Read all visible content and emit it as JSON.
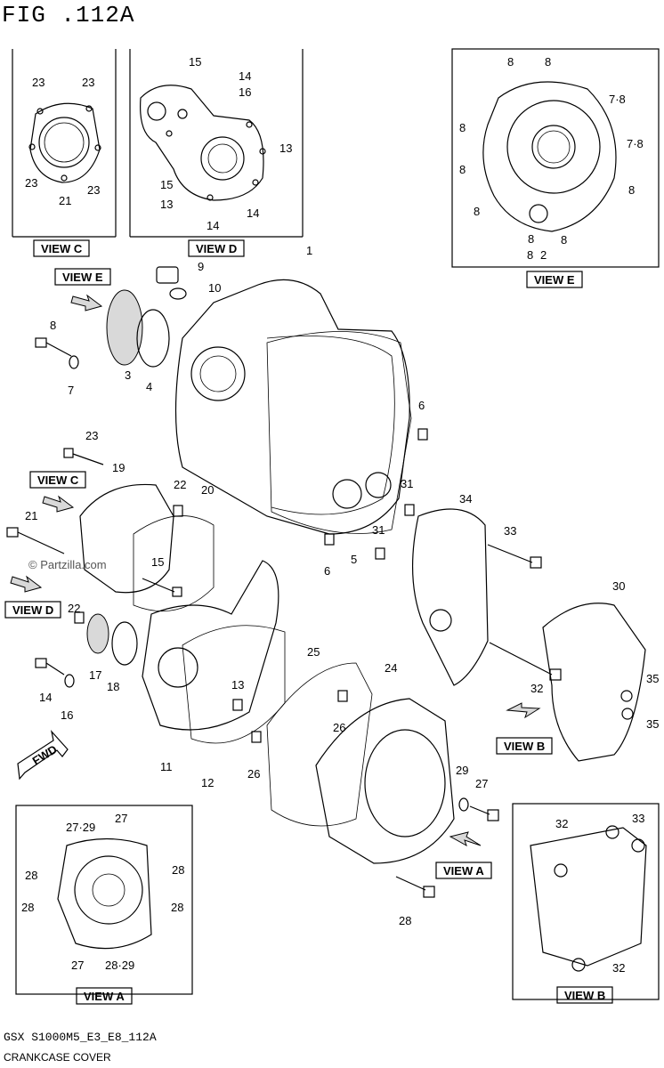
{
  "figure_title": "FIG .112A",
  "footer_code": "GSX  S1000M5_E3_E8_112A",
  "footer_title": "CRANKCASE COVER",
  "watermark": "© Partzilla.com",
  "fwd_label": "FWD",
  "view_labels": {
    "view_c": "VIEW C",
    "view_d": "VIEW D",
    "view_e": "VIEW E",
    "view_a": "VIEW A",
    "view_b": "VIEW B"
  },
  "view_c_callouts": [
    "23",
    "23",
    "23",
    "21",
    "23"
  ],
  "view_d_callouts": [
    "15",
    "14",
    "16",
    "13",
    "15",
    "13",
    "14",
    "14"
  ],
  "view_e_callouts": [
    "8",
    "8",
    "7·8",
    "8",
    "7·8",
    "8",
    "8",
    "8",
    "8",
    "8",
    "2",
    "8"
  ],
  "view_a_callouts": [
    "27·29",
    "27",
    "28",
    "28",
    "28",
    "28",
    "27",
    "28·29"
  ],
  "view_b_callouts": [
    "32",
    "33",
    "32"
  ],
  "main_callouts": [
    "1",
    "9",
    "10",
    "3",
    "4",
    "8",
    "7",
    "6",
    "23",
    "19",
    "22",
    "20",
    "31",
    "34",
    "21",
    "33",
    "15",
    "31",
    "6",
    "5",
    "30",
    "22",
    "17",
    "18",
    "14",
    "16",
    "13",
    "11",
    "25",
    "24",
    "32",
    "35",
    "26",
    "26",
    "12",
    "29",
    "27",
    "35",
    "28"
  ],
  "icons": [
    "arrow-icon",
    "fwd-arrow-icon"
  ]
}
